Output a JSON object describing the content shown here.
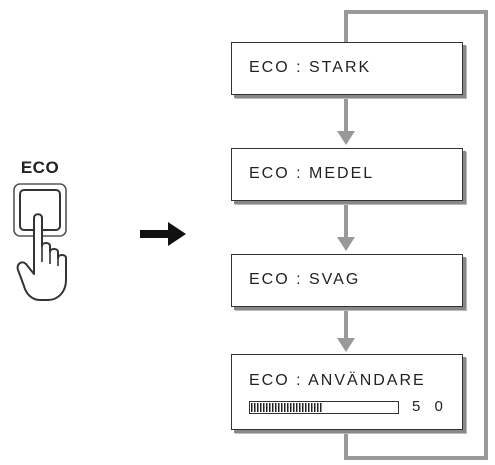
{
  "button": {
    "label": "ECO"
  },
  "osd_steps": [
    {
      "text": "ECO : STARK"
    },
    {
      "text": "ECO : MEDEL"
    },
    {
      "text": "ECO : SVAG"
    },
    {
      "text": "ECO : ANVÄNDARE"
    }
  ],
  "user_level": {
    "value_text": "5 0",
    "fraction": 0.5
  },
  "colors": {
    "flow_line": "#999999",
    "box_border": "#333333",
    "text": "#222222"
  }
}
